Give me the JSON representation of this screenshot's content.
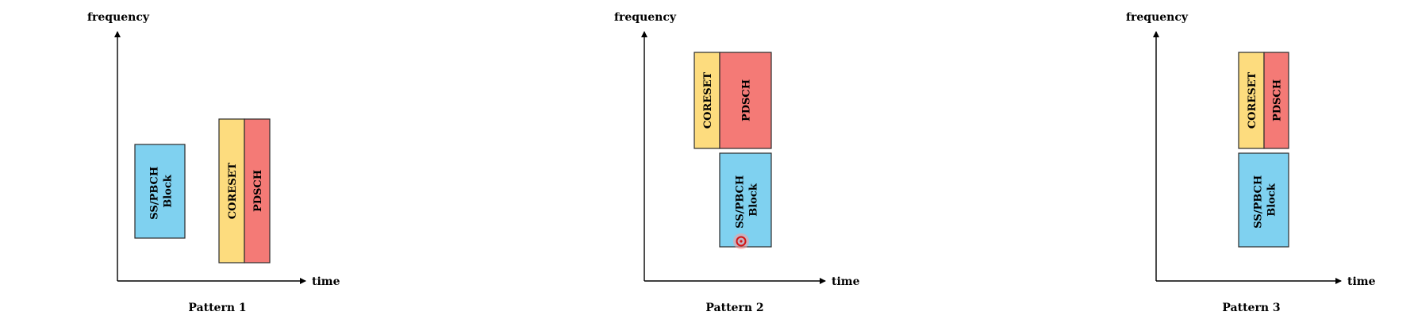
{
  "colors": {
    "ss_pbch": "#7fd1f0",
    "coreset": "#fddc7e",
    "pdsch": "#f47a76"
  },
  "patterns": [
    {
      "caption": "Pattern 1",
      "y_axis_label": "frequency",
      "x_axis_label": "time",
      "blocks": [
        {
          "kind": "ss_pbch",
          "lines": [
            "SS/PBCH",
            "Block"
          ]
        },
        {
          "kind": "coreset",
          "lines": [
            "CORESET"
          ]
        },
        {
          "kind": "pdsch",
          "lines": [
            "PDSCH"
          ]
        }
      ]
    },
    {
      "caption": "Pattern 2",
      "y_axis_label": "frequency",
      "x_axis_label": "time",
      "blocks": [
        {
          "kind": "coreset",
          "lines": [
            "CORESET"
          ]
        },
        {
          "kind": "pdsch",
          "lines": [
            "PDSCH"
          ]
        },
        {
          "kind": "ss_pbch",
          "lines": [
            "SS/PBCH",
            "Block"
          ]
        }
      ]
    },
    {
      "caption": "Pattern 3",
      "y_axis_label": "frequency",
      "x_axis_label": "time",
      "blocks": [
        {
          "kind": "coreset",
          "lines": [
            "CORESET"
          ]
        },
        {
          "kind": "pdsch",
          "lines": [
            "PDSCH"
          ]
        },
        {
          "kind": "ss_pbch",
          "lines": [
            "SS/PBCH",
            "Block"
          ]
        }
      ]
    }
  ]
}
